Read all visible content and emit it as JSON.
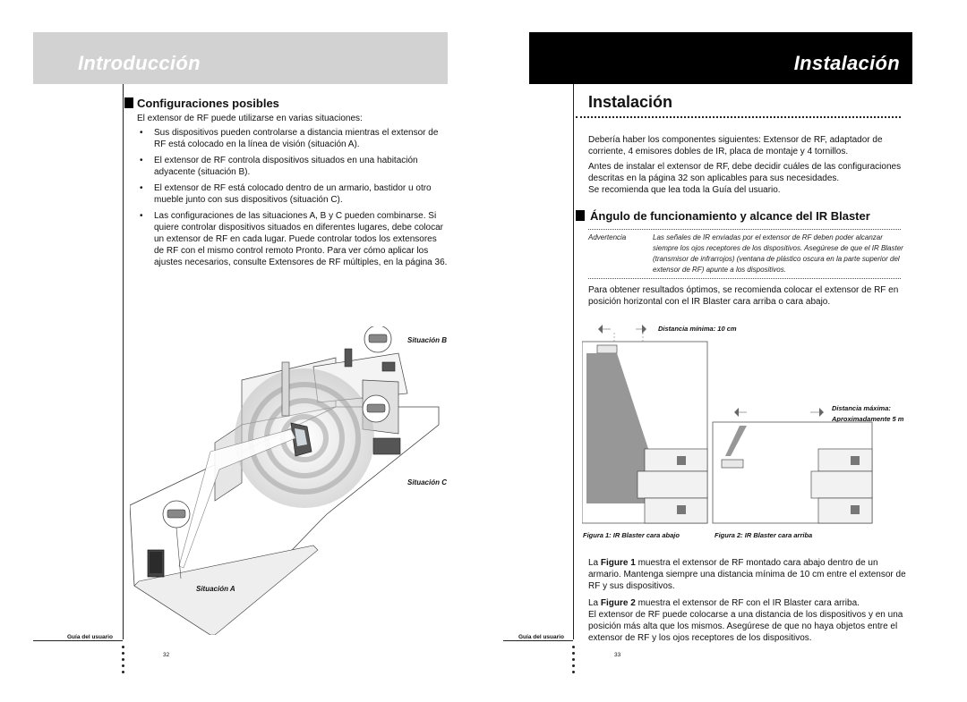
{
  "left_page": {
    "header": "Introducción",
    "section_title": "Configuraciones posibles",
    "intro": "El extensor de RF puede utilizarse en varias situaciones:",
    "bullets": [
      "Sus dispositivos pueden controlarse a distancia mientras el extensor de RF está colocado en la línea de visión (situación A).",
      "El extensor de RF controla dispositivos situados en una habitación adyacente (situación B).",
      "El extensor de RF está colocado dentro de un armario, bastidor u otro mueble junto con sus dispositivos (situación C).",
      "Las configuraciones de las situaciones A, B y C pueden combinarse. Si quiere controlar dispositivos situados en diferentes lugares, debe colocar un extensor de RF en cada lugar. Puede controlar todos los extensores de RF con el mismo control remoto Pronto. Para ver cómo aplicar los ajustes necesarios, consulte Extensores de RF múltiples, en la página 36."
    ],
    "labels": {
      "sit_a": "Situación A",
      "sit_b": "Situación B",
      "sit_c": "Situación C"
    },
    "footer_guide": "Guía del usuario",
    "page_number": "32"
  },
  "right_page": {
    "header": "Instalación",
    "title": "Instalación",
    "para1": "Debería haber los componentes siguientes: Extensor de RF, adaptador de corriente, 4 emisores dobles de IR, placa de montaje y 4 tornillos.",
    "para2": "Antes de instalar el extensor de RF, debe decidir cuáles de las configuraciones descritas en la página 32 son aplicables para sus necesidades.",
    "para3": "Se recomienda que lea toda la Guía del usuario.",
    "section_title": "Ángulo de funcionamiento y alcance del IR Blaster",
    "warning_label": "Advertencia",
    "warning_text": "Las señales de IR enviadas por el extensor de RF deben poder alcanzar siempre los ojos receptores de los dispositivos. Asegúrese de que el IR Blaster (transmisor de infrarrojos) (ventana de plástico oscura en la parte superior del extensor de RF) apunte a los dispositivos.",
    "para4": "Para obtener resultados óptimos, se recomienda colocar el extensor de RF en posición horizontal con el IR Blaster cara arriba o cara abajo.",
    "dist_min": "Distancia mínima: 10 cm",
    "dist_max_1": "Distancia máxima:",
    "dist_max_2": "Aproximadamente 5 m",
    "fig1_caption": "Figura 1: IR Blaster cara abajo",
    "fig2_caption": "Figura 2: IR Blaster cara arriba",
    "para5_pre": "La",
    "para5_fig": "Figure 1",
    "para5_post": "muestra el extensor de RF montado cara abajo dentro de un armario. Mantenga siempre una distancia mínima de 10 cm entre el extensor de RF y sus dispositivos.",
    "para6_pre": "La",
    "para6_fig": "Figure 2",
    "para6_post": "muestra el extensor de RF con el IR Blaster cara arriba.",
    "para7": "El extensor de RF puede colocarse a una distancia de los dispositivos y en una posición más alta que los mismos. Asegúrese de que no haya objetos entre el extensor de RF y los ojos receptores de los dispositivos.",
    "footer_guide": "Guía del usuario",
    "page_number": "33"
  }
}
